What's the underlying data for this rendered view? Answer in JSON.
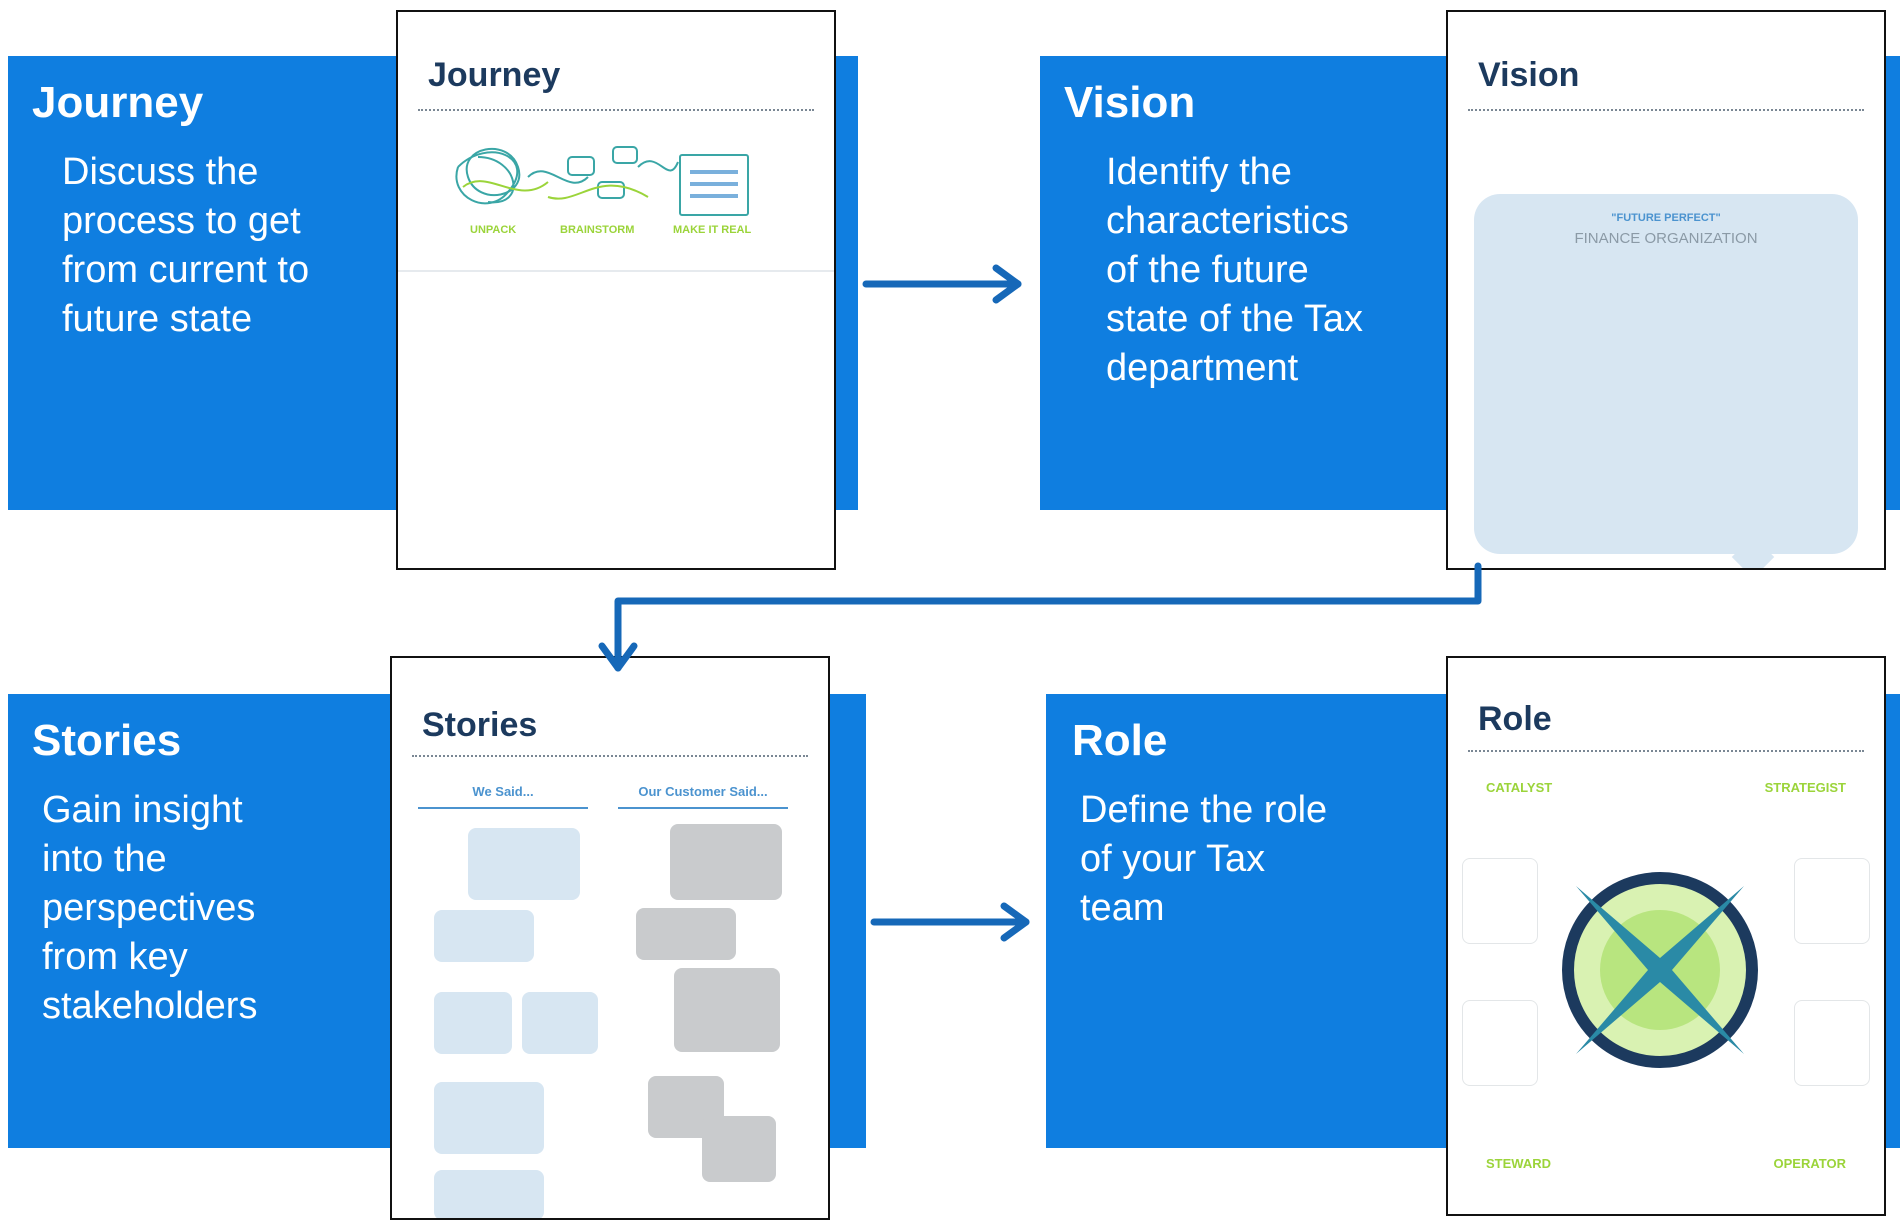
{
  "colors": {
    "panel": "#0f7ee0",
    "arrow": "#1668b8",
    "card_title": "#1c3a5e",
    "accent_green": "#9bd43a"
  },
  "steps": {
    "journey": {
      "title": "Journey",
      "description": "Discuss the\nprocess to get\nfrom current to\nfuture state",
      "card_title": "Journey",
      "labels": [
        "UNPACK",
        "BRAINSTORM",
        "MAKE IT REAL"
      ]
    },
    "vision": {
      "title": "Vision",
      "description": "Identify the\ncharacteristics\nof the future\nstate of the Tax\ndepartment",
      "card_title": "Vision",
      "bubble_line1": "\"FUTURE PERFECT\"",
      "bubble_line2": "FINANCE ORGANIZATION"
    },
    "stories": {
      "title": "Stories",
      "description": "Gain insight\ninto the\nperspectives\nfrom key\nstakeholders",
      "card_title": "Stories",
      "col1": "We Said...",
      "col2": "Our Customer Said..."
    },
    "role": {
      "title": "Role",
      "description": "Define the role\nof your Tax\nteam",
      "card_title": "Role",
      "quadrants": [
        "CATALYST",
        "STRATEGIST",
        "STEWARD",
        "OPERATOR"
      ]
    }
  },
  "icons": [
    "arrow-right-icon",
    "arrow-down-icon",
    "x-diagram-icon",
    "speech-bubble-icon"
  ]
}
